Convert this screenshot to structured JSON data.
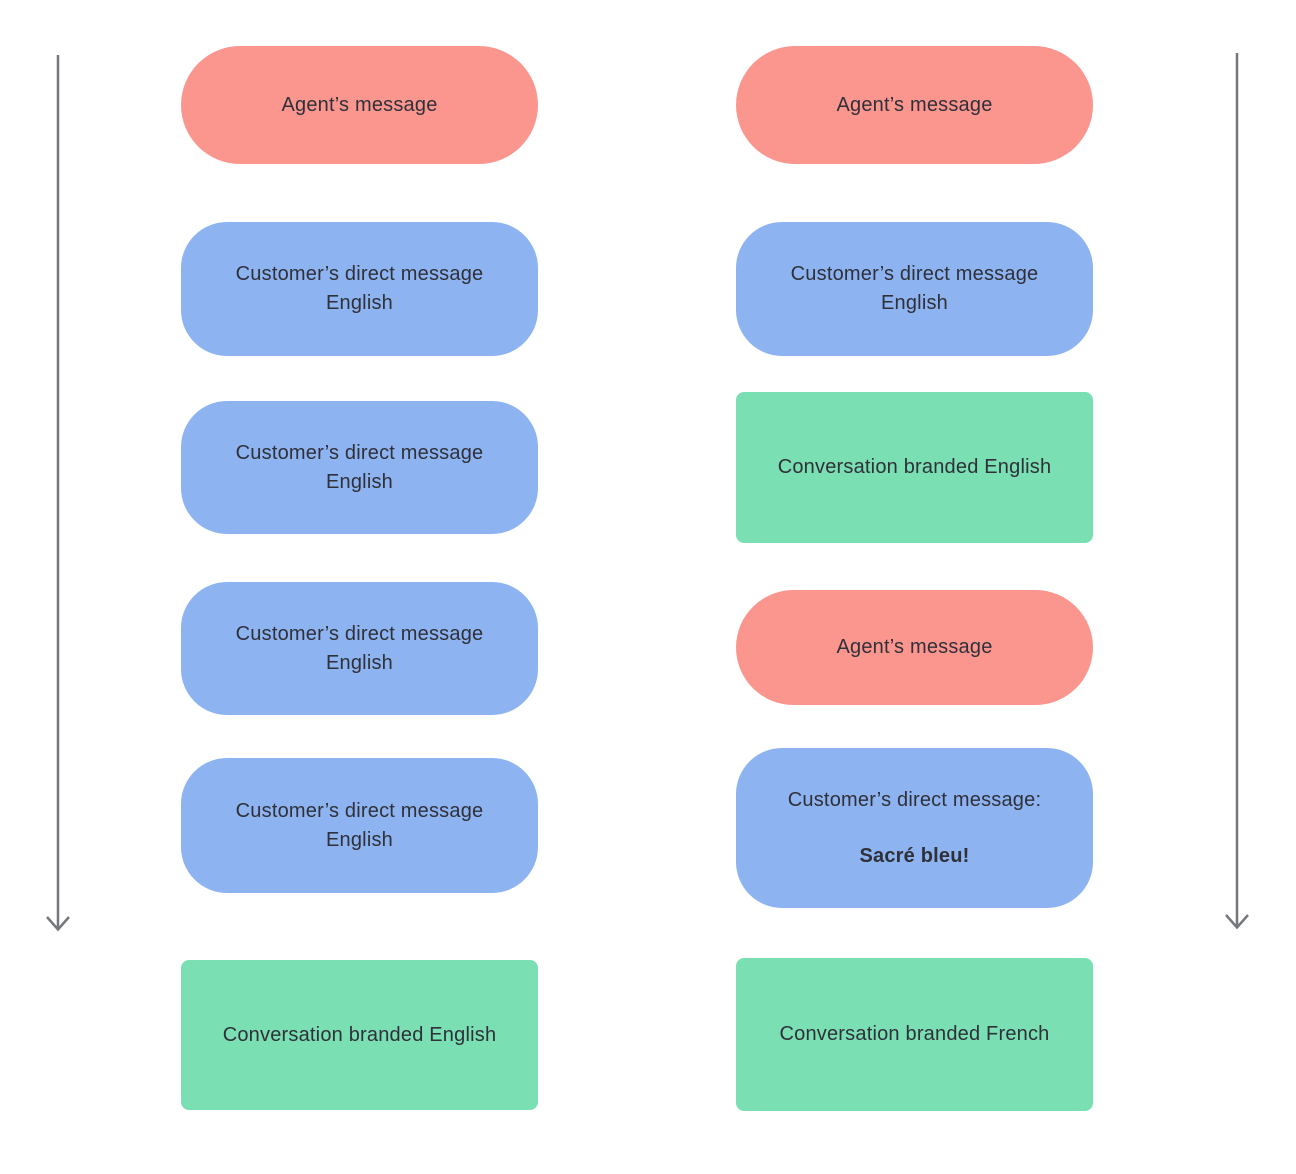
{
  "colors": {
    "agent_bubble": "#FB968F",
    "customer_bubble": "#8DB4F0",
    "branded_bubble": "#7ADFB2",
    "text": "#2F3039",
    "arrow": "#74777E",
    "background": "#FFFFFF"
  },
  "icons": {
    "left_arrow": "arrow-down",
    "right_arrow": "arrow-down"
  },
  "columns": [
    {
      "side": "left",
      "items": [
        {
          "type": "agent",
          "lines": [
            "Agent’s message"
          ]
        },
        {
          "type": "customer",
          "lines": [
            "Customer’s direct message",
            "English"
          ]
        },
        {
          "type": "customer",
          "lines": [
            "Customer’s direct message",
            "English"
          ]
        },
        {
          "type": "customer",
          "lines": [
            "Customer’s direct message",
            "English"
          ]
        },
        {
          "type": "customer",
          "lines": [
            "Customer’s direct message",
            "English"
          ]
        },
        {
          "type": "branded",
          "lines": [
            "Conversation branded English"
          ]
        }
      ]
    },
    {
      "side": "right",
      "items": [
        {
          "type": "agent",
          "lines": [
            "Agent’s message"
          ]
        },
        {
          "type": "customer",
          "lines": [
            "Customer’s direct message",
            "English"
          ]
        },
        {
          "type": "branded",
          "lines": [
            "Conversation branded English"
          ]
        },
        {
          "type": "agent",
          "lines": [
            "Agent’s message"
          ]
        },
        {
          "type": "customer",
          "lines": [
            "Customer’s direct message:",
            "Sacré bleu!"
          ]
        },
        {
          "type": "branded",
          "lines": [
            "Conversation branded French"
          ]
        }
      ]
    }
  ]
}
